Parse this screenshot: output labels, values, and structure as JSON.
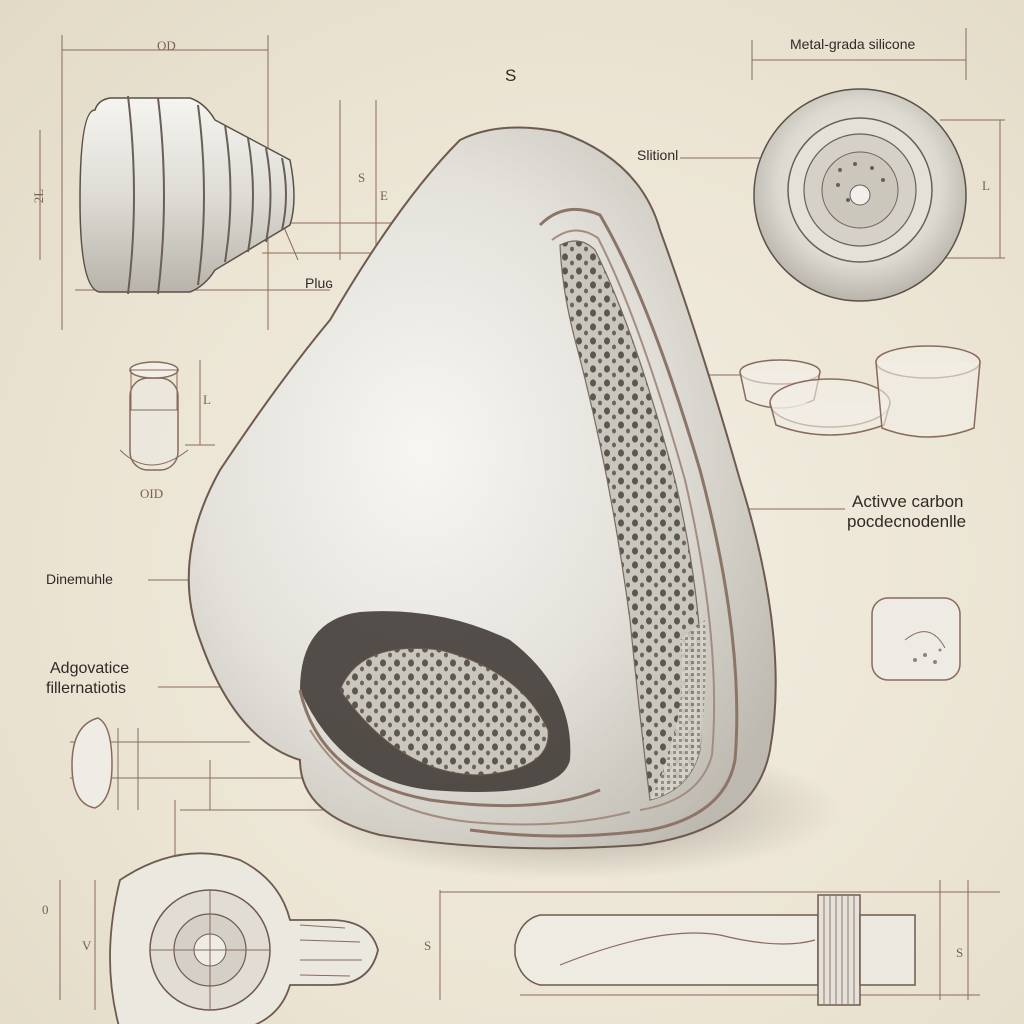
{
  "labels": {
    "top_center": "S",
    "silicone": "Metal-grada silicone",
    "slitionl": "Slitionl",
    "plug": "Pluɢ",
    "carbon_line1": "Activve carbon",
    "carbon_line2": "pocdecnodenlle",
    "dinemuhle": "Dinemuhle",
    "adgovatice_line1": "Adgovatice",
    "adgovatice_line2": "fillernatiotis"
  },
  "dimensions": {
    "top_left_width": "OD",
    "top_left_height": "2L",
    "plug_height_a": "S",
    "plug_height_b": "E",
    "small_tube_height": "L",
    "small_tube_bottom": "OID",
    "circle_height": "L",
    "bottom_left_a": "0",
    "bottom_left_b": "V",
    "bottom_center": "S",
    "bottom_right": "S"
  },
  "colors": {
    "paper": "#ede7d7",
    "ink": "#2f2a26",
    "dimension_line": "#8a6a5c",
    "silicone": "#e7e4dc",
    "shadow": "#9a938a"
  }
}
